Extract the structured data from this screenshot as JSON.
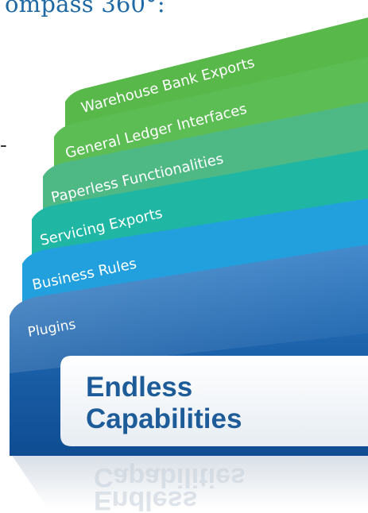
{
  "heading": "ompass 360°:",
  "side_mark": "-",
  "tiers": [
    {
      "label": "Warehouse Bank Exports",
      "color": "#58b94a"
    },
    {
      "label": "General Ledger Interfaces",
      "color": "#5cbd55"
    },
    {
      "label": "Paperless Functionalities",
      "color": "#52b981"
    },
    {
      "label": "Servicing Exports",
      "color": "#1fb6a4"
    },
    {
      "label": "Business Rules",
      "color": "#22a0dd"
    },
    {
      "label": "Plugins",
      "color": "#1f6fb6"
    }
  ],
  "card": {
    "line1": "Endless",
    "line2": "Capabilities"
  }
}
